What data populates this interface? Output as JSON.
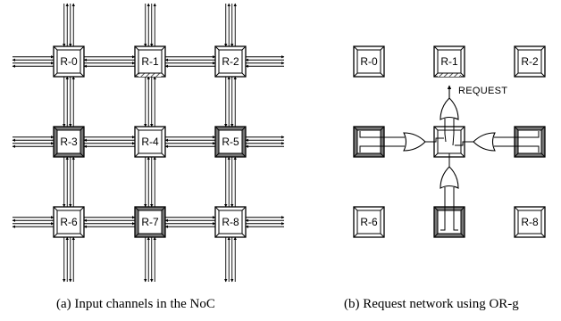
{
  "panel_a": {
    "routers": [
      "R-0",
      "R-1",
      "R-2",
      "R-3",
      "R-4",
      "R-5",
      "R-6",
      "R-7",
      "R-8"
    ],
    "caption": "(a)  Input channels in the NoC"
  },
  "panel_b": {
    "routers": [
      "R-0",
      "R-1",
      "R-2",
      "R-6",
      "R-8"
    ],
    "request_label": "REQUEST",
    "caption": "(b)  Request network using OR-g"
  },
  "colors": {
    "stroke": "#000000",
    "shaded": "#777777"
  }
}
